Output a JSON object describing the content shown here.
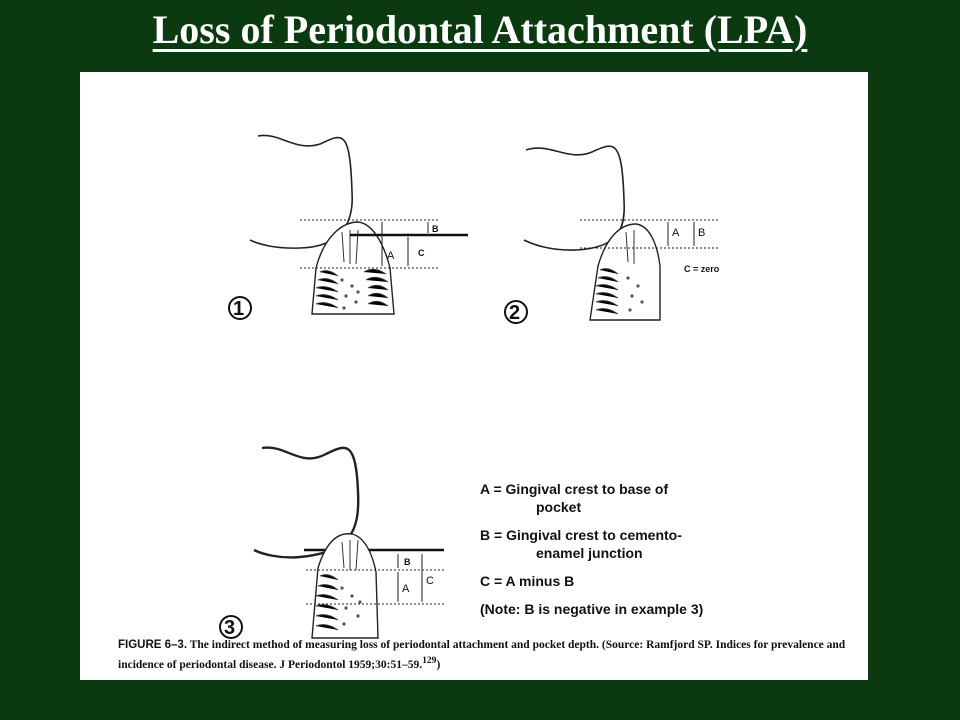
{
  "title": "Loss of Periodontal Attachment (LPA)",
  "diagram": {
    "examples": [
      {
        "number": "1",
        "labels": {
          "a": "A",
          "b": "B",
          "c": "C"
        }
      },
      {
        "number": "2",
        "labels": {
          "a": "A",
          "b": "B",
          "note": "C = zero"
        }
      },
      {
        "number": "3",
        "labels": {
          "a": "A",
          "b": "B",
          "c": "C"
        }
      }
    ]
  },
  "legend": {
    "a_line1": "A = Gingival crest  to base of",
    "a_line2": "pocket",
    "b_line1": "B = Gingival crest to  cemento-",
    "b_line2": "enamel junction",
    "c_line1": "C = A minus B",
    "note": "(Note: B is negative in example 3)"
  },
  "caption": {
    "label": "FIGURE 6–3.",
    "text": " The indirect method of measuring loss of periodontal attachment and pocket depth. (Source: Ramfjord SP. Indices for prevalence and incidence of periodontal disease. J Periodontol 1959;30:51–59.",
    "ref": "129",
    "end": ")"
  }
}
